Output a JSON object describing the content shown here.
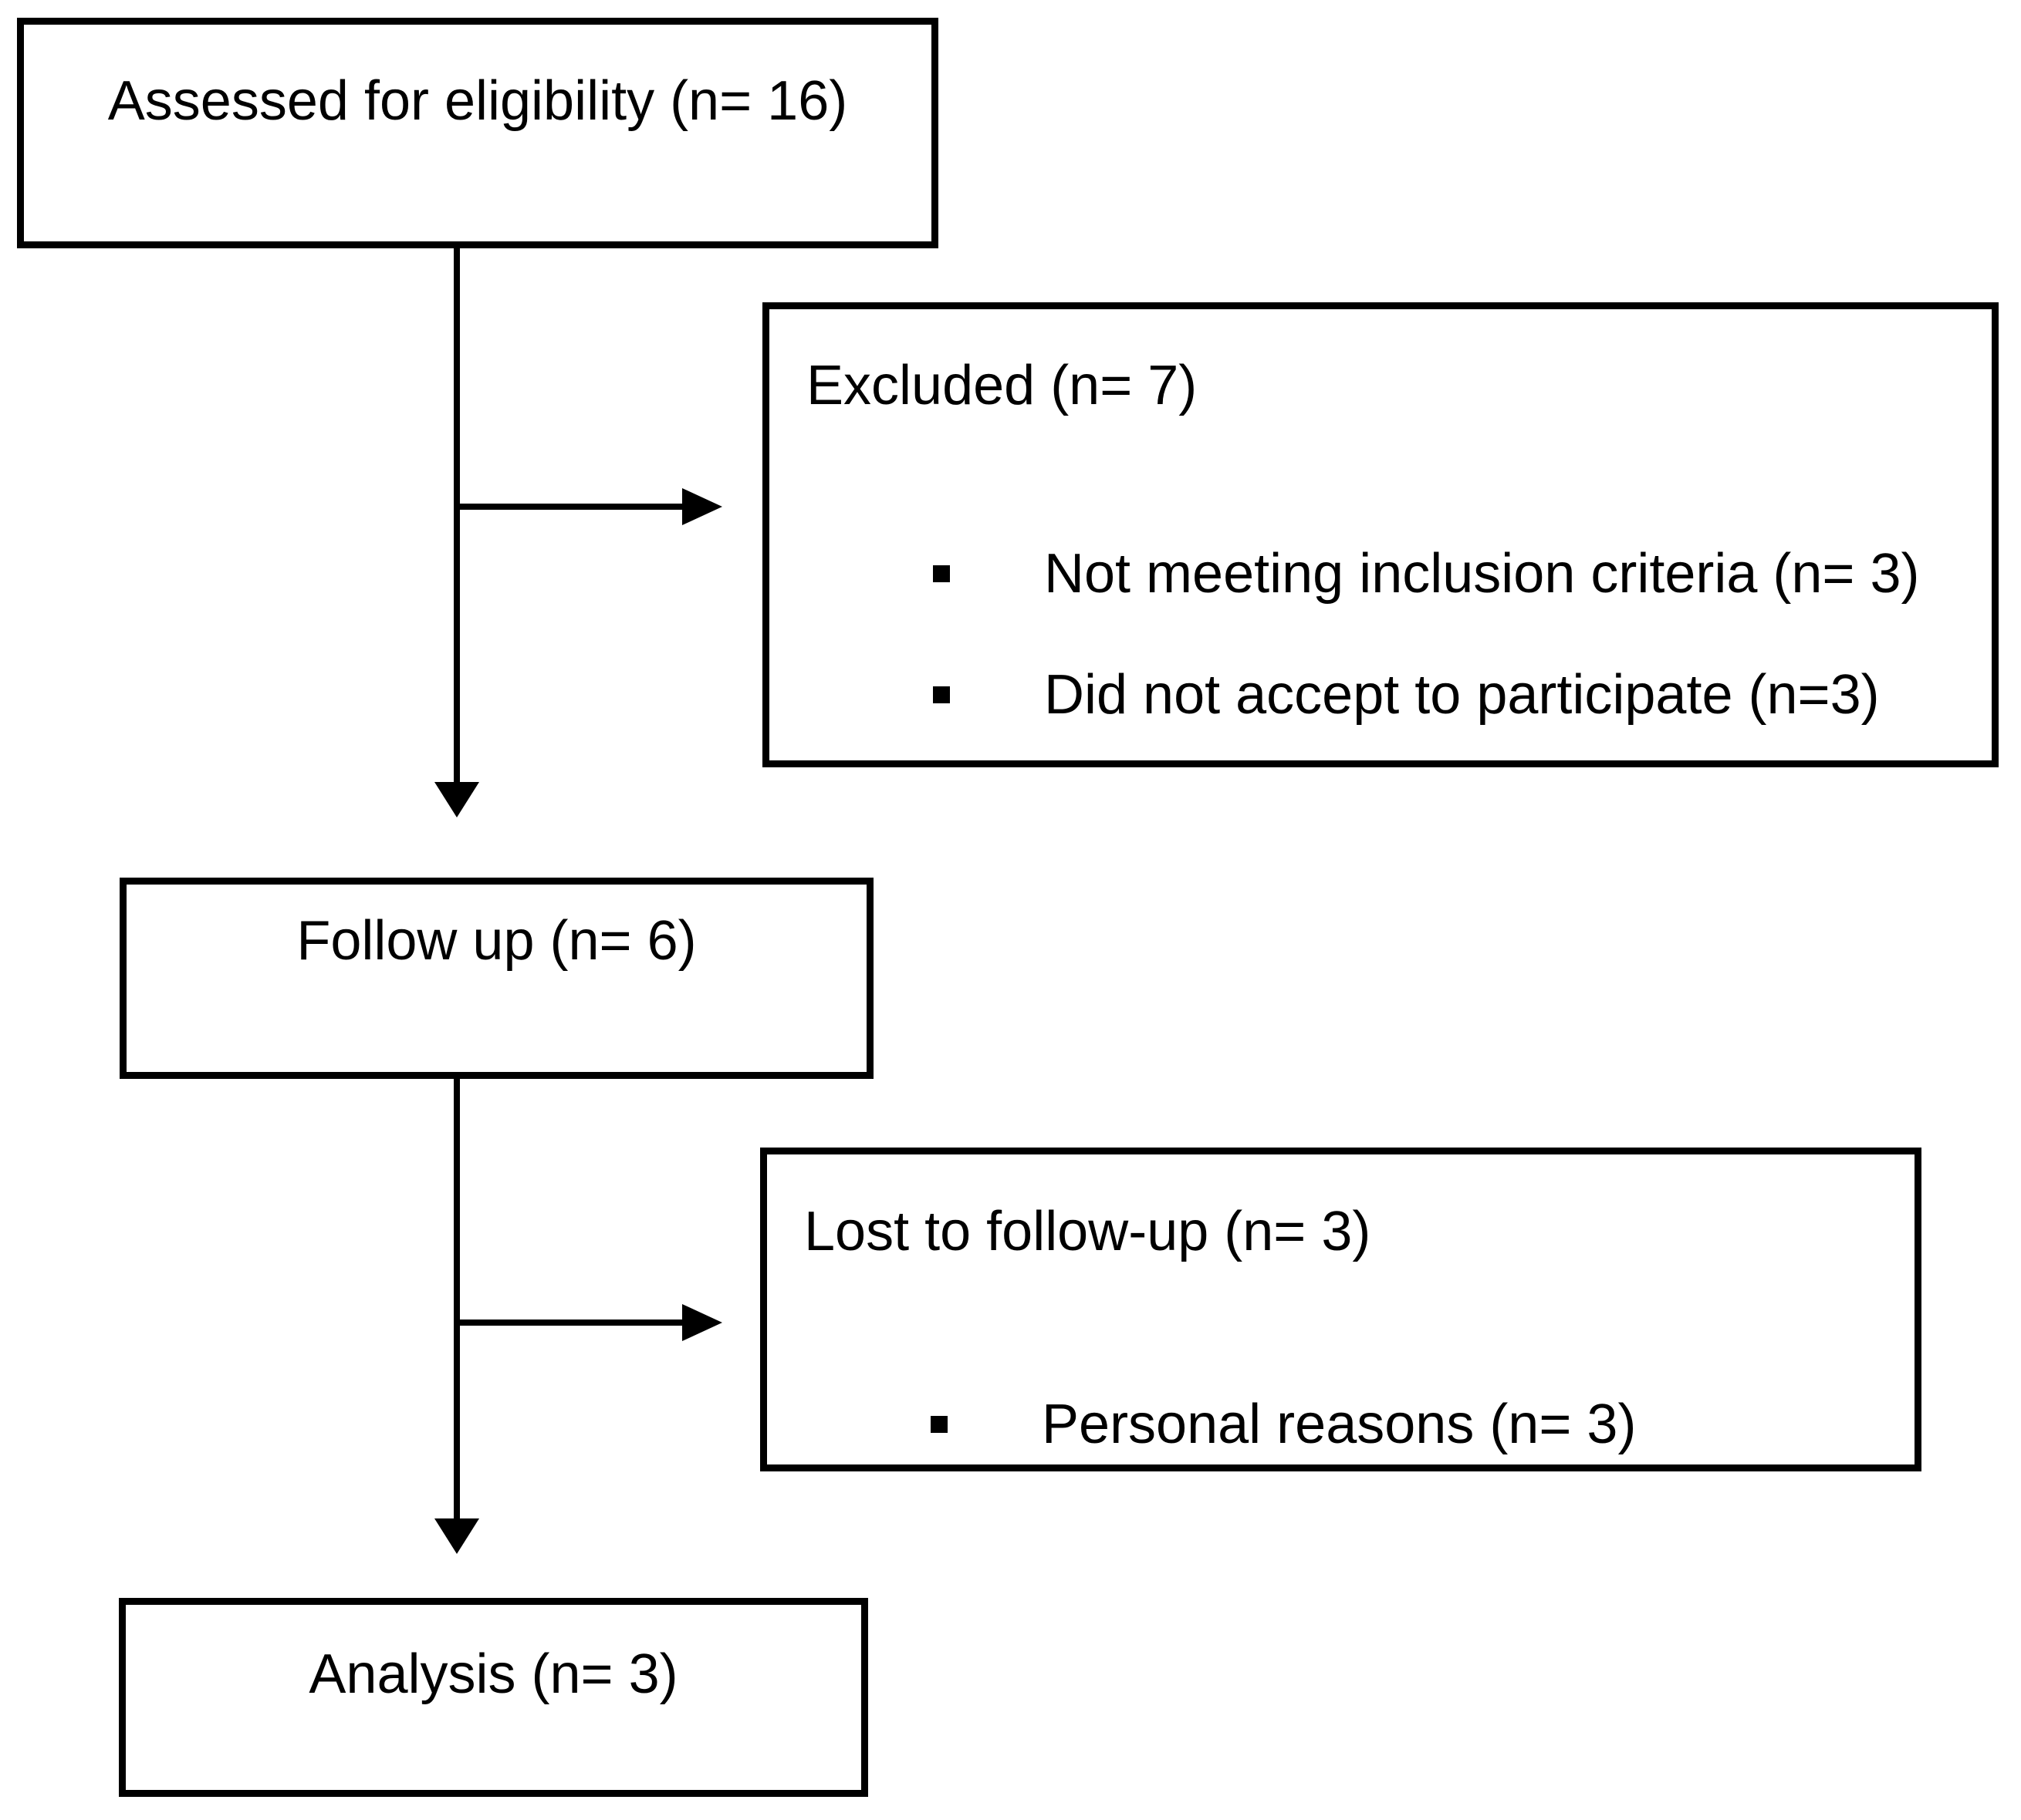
{
  "diagram": {
    "type": "participant-flow-diagram",
    "colors": {
      "border": "#000000",
      "background": "#ffffff",
      "text": "#000000"
    },
    "boxes": {
      "assessed": {
        "label": "Assessed for eligibility (n= 16)"
      },
      "excluded": {
        "title": "Excluded (n= 7)",
        "items": [
          "Not meeting inclusion criteria (n= 3)",
          "Did not accept to participate (n=3)"
        ]
      },
      "followup": {
        "label": "Follow up (n= 6)"
      },
      "lost": {
        "title": "Lost to follow-up (n= 3)",
        "items": [
          "Personal reasons (n= 3)"
        ]
      },
      "analysis": {
        "label": "Analysis (n= 3)"
      }
    }
  }
}
